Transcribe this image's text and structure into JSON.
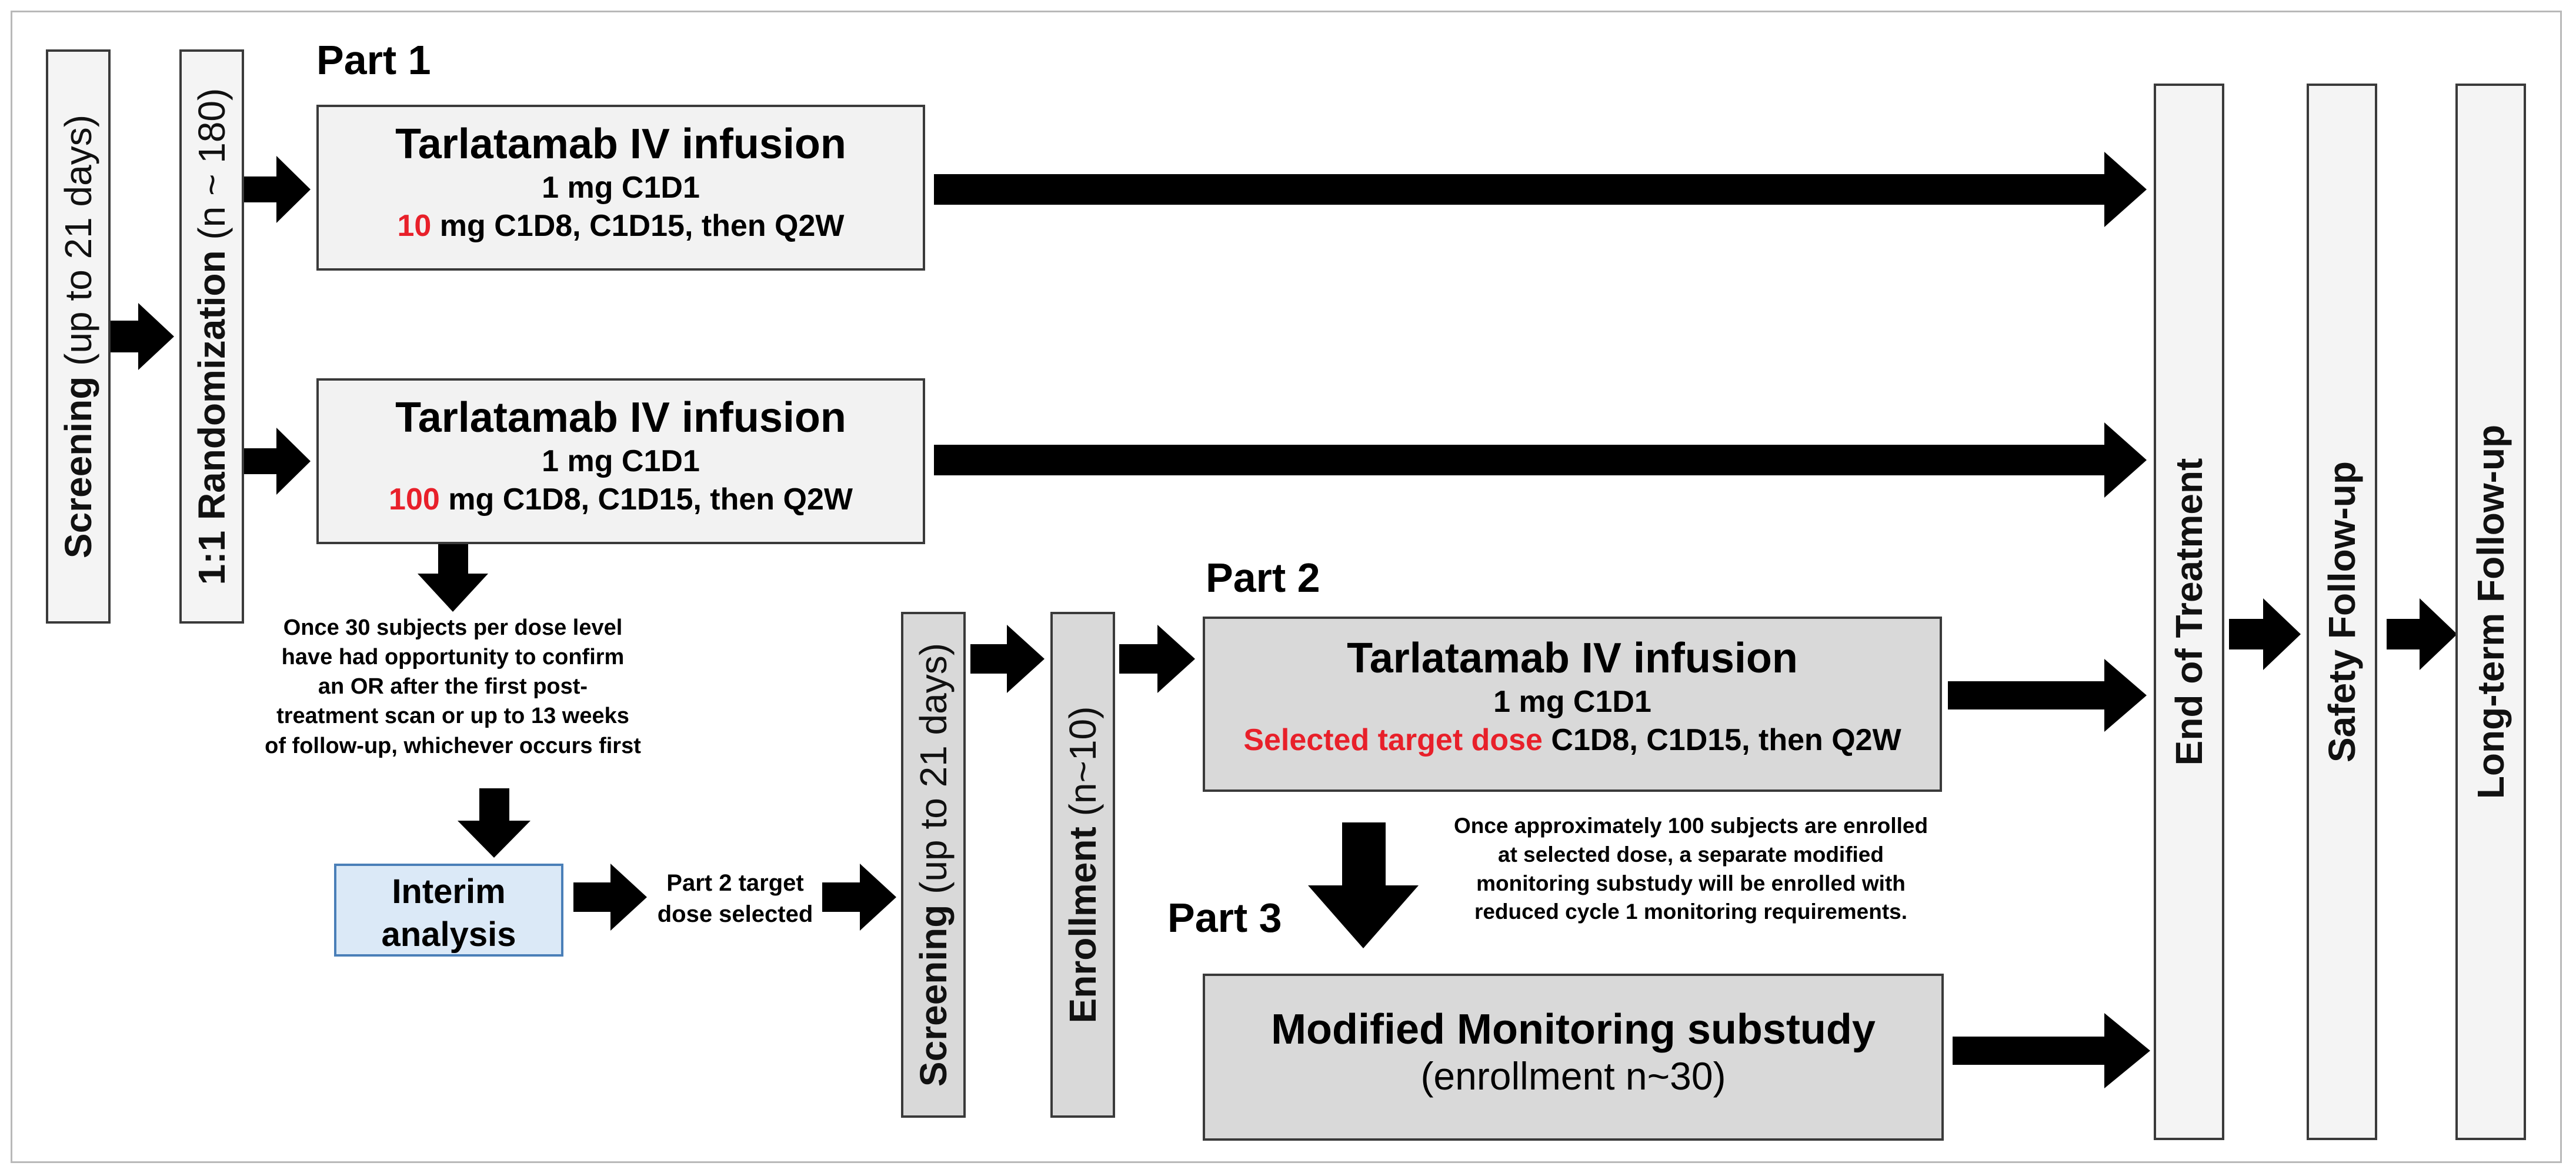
{
  "parts": {
    "part1": "Part 1",
    "part2": "Part 2",
    "part3": "Part 3"
  },
  "screening1": {
    "bold": "Screening",
    "rest": " (up to 21 days)"
  },
  "randomization": {
    "bold": "1:1 Randomization",
    "rest": " (n ~ 180)"
  },
  "arm10": {
    "title": "Tarlatamab IV infusion",
    "line1": "1 mg C1D1",
    "dose": "10",
    "line2_rest": " mg C1D8, C1D15, then Q2W"
  },
  "arm100": {
    "title": "Tarlatamab IV infusion",
    "line1": "1 mg C1D1",
    "dose": "100",
    "line2_rest": " mg C1D8, C1D15, then Q2W"
  },
  "interim_note": [
    "Once 30 subjects per dose level",
    "have had opportunity to confirm",
    "an OR after the first post-",
    "treatment scan or up to 13 weeks",
    "of follow-up, whichever occurs first"
  ],
  "interim": {
    "line1": "Interim",
    "line2": "analysis"
  },
  "target_note": [
    "Part 2 target",
    "dose selected"
  ],
  "screening2": {
    "bold": "Screening",
    "rest": " (up to 21 days)"
  },
  "enrollment": {
    "bold": "Enrollment",
    "rest": " (n~10)"
  },
  "part2_box": {
    "title": "Tarlatamab IV infusion",
    "line1": "1 mg C1D1",
    "dose": "Selected target dose",
    "line2_rest": " C1D8, C1D15, then Q2W"
  },
  "substudy_note": [
    "Once approximately 100 subjects are enrolled",
    "at selected dose, a separate modified",
    "monitoring substudy will be enrolled with",
    "reduced cycle 1 monitoring requirements."
  ],
  "substudy": {
    "title": "Modified Monitoring substudy",
    "subtitle": "(enrollment n~30)"
  },
  "end_of_treatment": "End of Treatment",
  "safety_followup": "Safety Follow-up",
  "longterm_followup": "Long-term Follow-up",
  "colors": {
    "highlight": "#e8202a",
    "box_fill": "#f2f2f2",
    "grey_fill": "#d9d9d9",
    "interim_fill": "#dbe9f7"
  }
}
